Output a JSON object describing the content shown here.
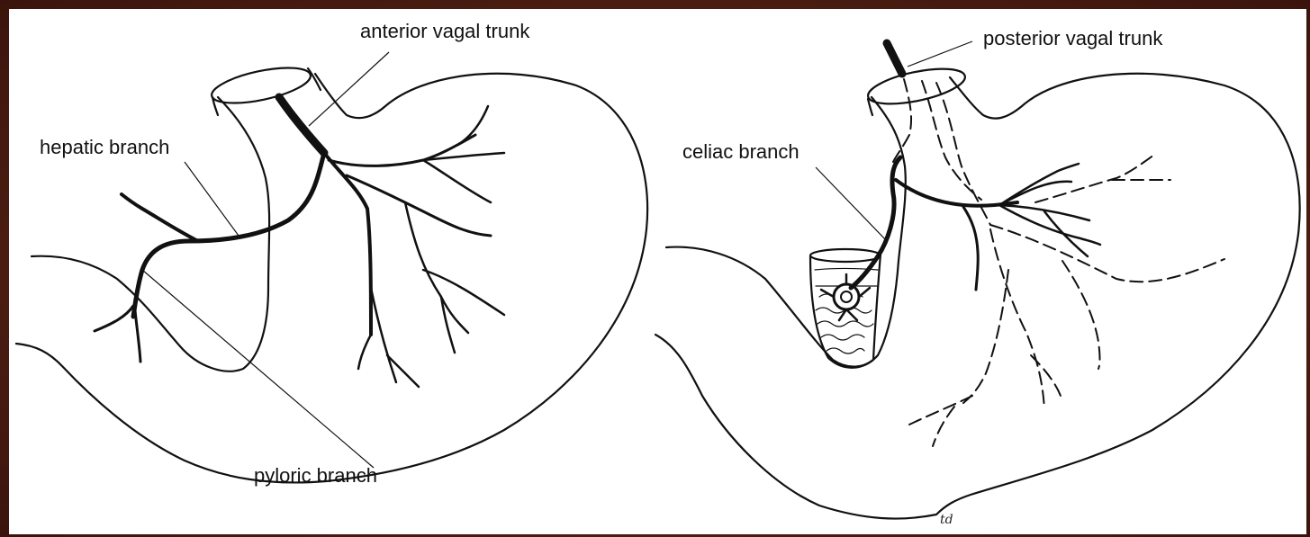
{
  "labels": {
    "anterior_vagal_trunk": "anterior vagal trunk",
    "hepatic_branch": "hepatic branch",
    "pyloric_branch": "pyloric branch",
    "posterior_vagal_trunk": "posterior vagal trunk",
    "celiac_branch": "celiac branch",
    "signature": "td"
  },
  "colors": {
    "frame": "#5a2418",
    "panel": "#ffffff",
    "ink": "#111111"
  }
}
